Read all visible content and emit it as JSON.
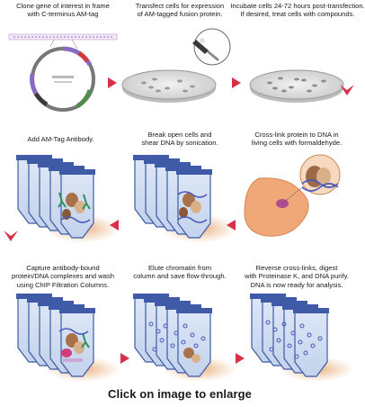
{
  "steps": [
    {
      "caption": "Clone gene of interest in frame\nwith C-terminus AM-tag"
    },
    {
      "caption": "Transfect cells for expression\nof AM-tagged fusion protein."
    },
    {
      "caption": "Incubate cells 24-72 hours post-transfection.\nIf desired, treat cells with compounds."
    },
    {
      "caption": "Cross-link protein to DNA in\nliving cells with formaldehyde."
    },
    {
      "caption": "Break open cells and\nshear DNA by sonication."
    },
    {
      "caption": "Add AM-Tag Antibody."
    },
    {
      "caption": "Capture antibody-bound\nprotein/DNA complexes and wash\nusing ChIP Filtration Columns."
    },
    {
      "caption": "Elute chromatin from\ncolumn and save flow-through."
    },
    {
      "caption": "Reverse cross-links, digest\nwith Proteinase K, and DNA purify.\nDNA is now ready for analysis."
    }
  ],
  "footer": {
    "enlarge_text": "Click on image to enlarge"
  },
  "colors": {
    "arrow": "#d9304a",
    "column_blue": "#3f5aa6",
    "shadow": "#e9b98a",
    "cell": "#f0a878",
    "dna": "#4a56b8"
  }
}
